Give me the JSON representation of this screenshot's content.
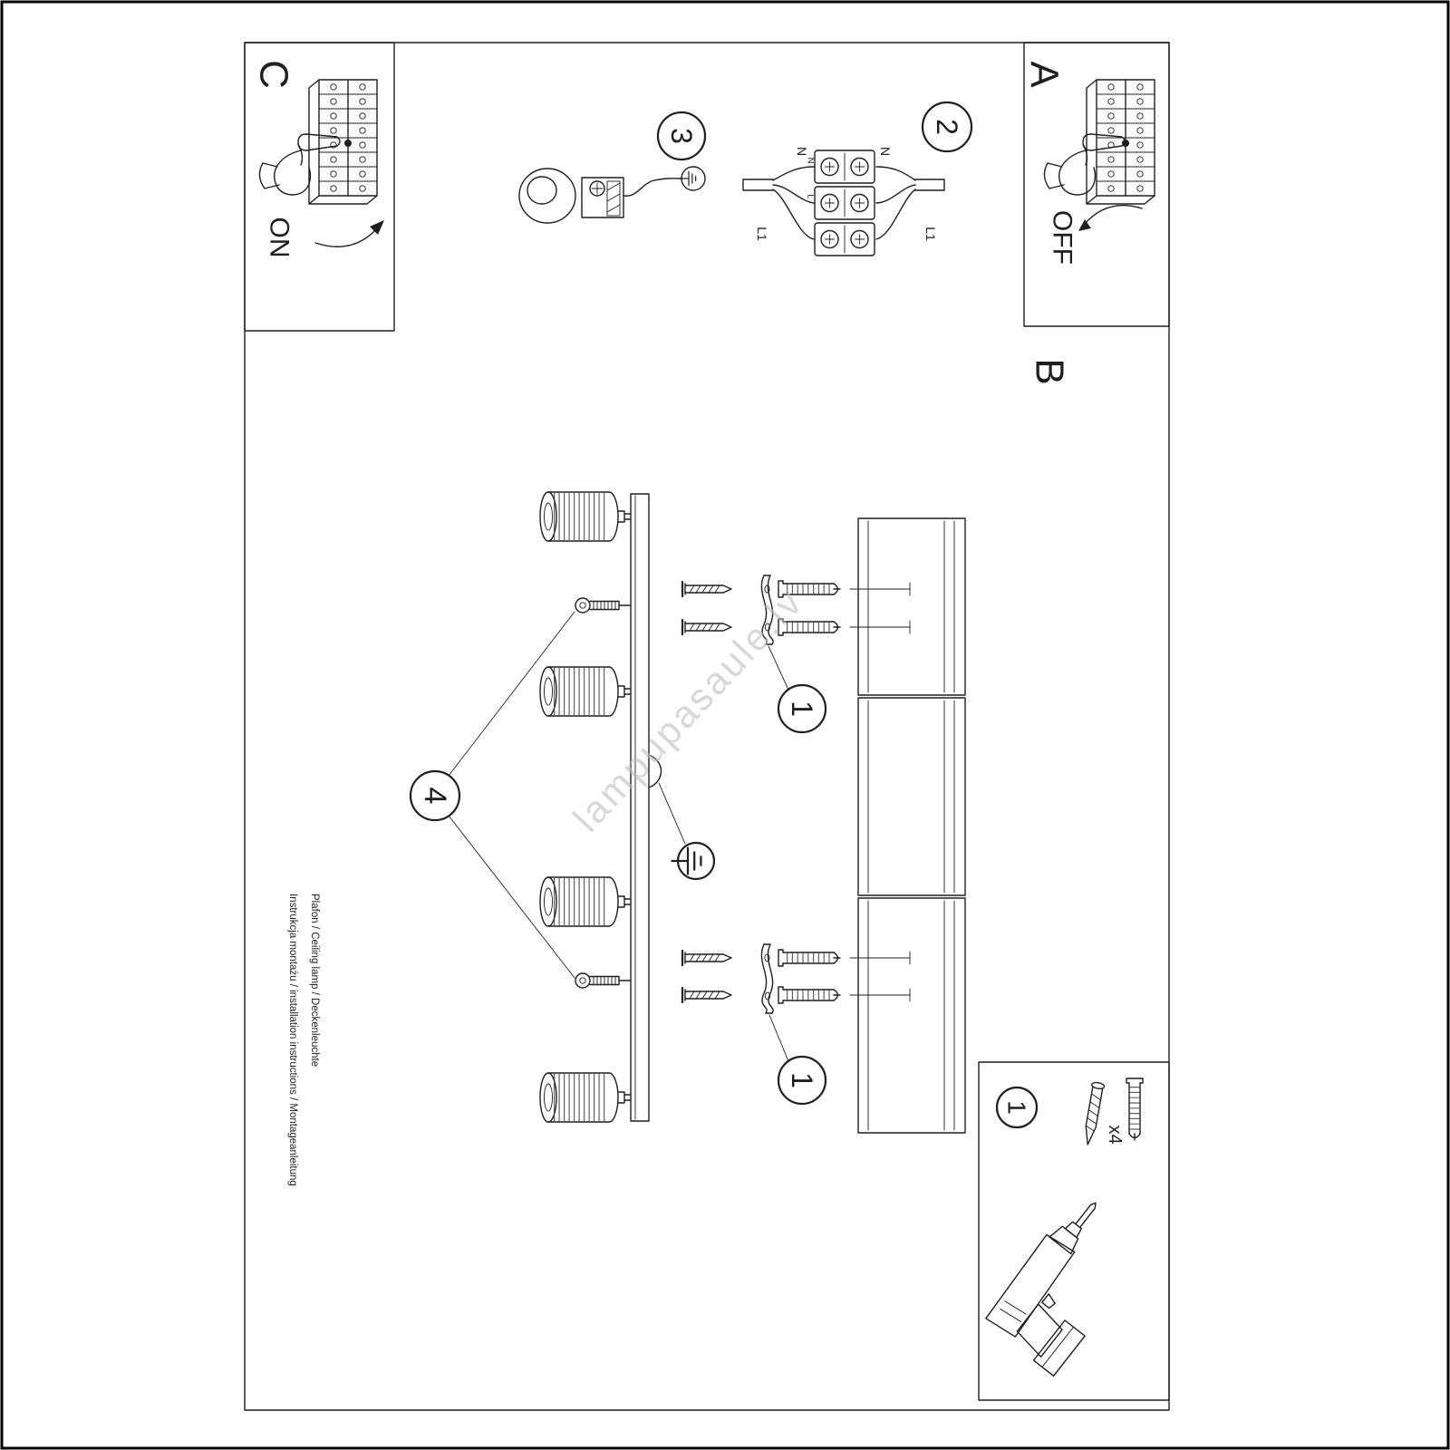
{
  "document": {
    "watermark": "lampupasaule.lv",
    "product_line": "Plafon / Ceiling lamp / Deckenleuchte",
    "instructions_line": "Instrukcja montażu / installation instructions / Montageanleitung"
  },
  "panels": {
    "a": {
      "label": "A",
      "state": "OFF"
    },
    "b": {
      "label": "B"
    },
    "c": {
      "label": "C",
      "state": "ON"
    }
  },
  "steps": {
    "one": "1",
    "two": "2",
    "three": "3",
    "four": "4"
  },
  "wiring": {
    "n_left": "N",
    "n_right": "N",
    "l1_left": "L1",
    "l1_right": "L1",
    "block_top": "N",
    "block_mid": "L"
  },
  "parts": {
    "badge": "1",
    "quantity": "x4"
  }
}
